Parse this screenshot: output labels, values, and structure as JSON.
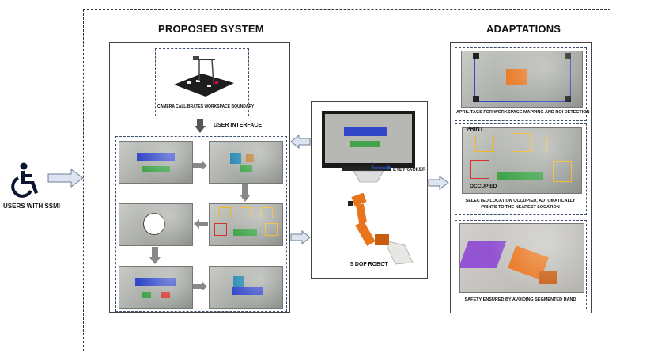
{
  "headers": {
    "proposed_system": "PROPOSED SYSTEM",
    "adaptations": "ADAPTATIONS"
  },
  "labels": {
    "users": "USERS WITH SSMI",
    "camera": "CAMERA CALLIBRATES WORKSPACE BOUNDARY",
    "user_interface": "USER INTERFACE",
    "eyetracker": "EYETRACKER",
    "robot": "5 DOF ROBOT",
    "print": "PRINT",
    "occupied": "OCCUPIED"
  },
  "adaptation_captions": {
    "april_tags": "APRIL TAGS FOR WORKSPACE MAPPING AND ROI DETECTION",
    "location_line1": "SELECTED LOCATION OCCUPIED, AUTOMATICALLY",
    "location_line2": "PRINTS TO THE NEAREST LOCATION",
    "safety": "SAFETY ENSURED BY AVOIDING SEGMENTED HAND"
  },
  "colors": {
    "accent_yellow": "#f3b51b",
    "accent_red": "#d4312c",
    "ui_green": "#3fa44a",
    "ui_blue": "#3348c9",
    "robot_orange": "#e8741c",
    "segment_purple": "#8a3fd6",
    "arrow_fill": "#dbe4f0",
    "arrow_stroke": "#6f7f95"
  },
  "icons": [
    "wheelchair-icon",
    "camera-rig-icon",
    "monitor-icon",
    "robot-arm-icon"
  ]
}
